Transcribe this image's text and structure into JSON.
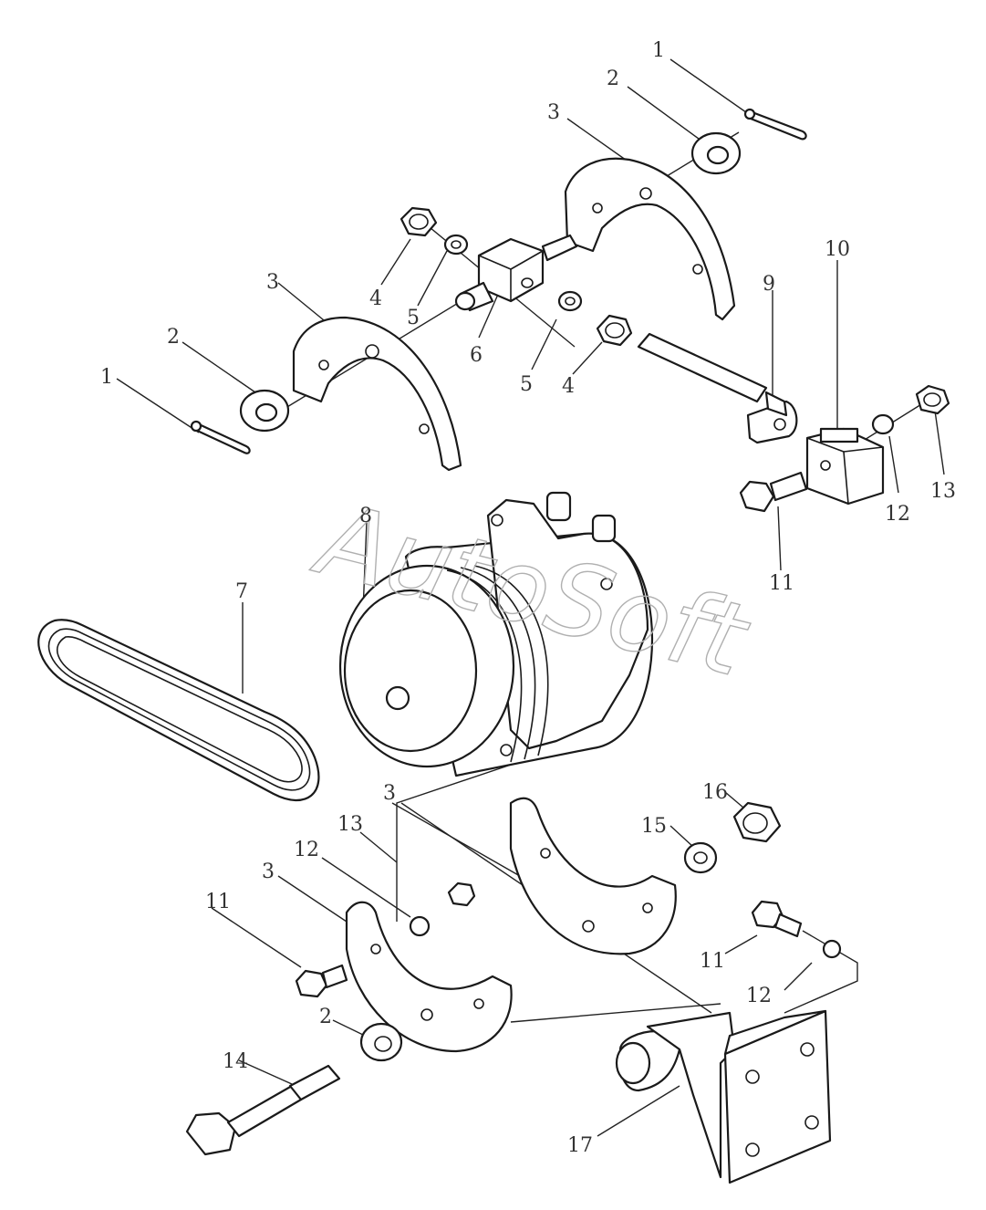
{
  "watermark": "AutoSoft",
  "callouts": [
    {
      "id": "c1a",
      "text": "1"
    },
    {
      "id": "c2a",
      "text": "2"
    },
    {
      "id": "c3a",
      "text": "3"
    },
    {
      "id": "c1b",
      "text": "1"
    },
    {
      "id": "c2b",
      "text": "2"
    },
    {
      "id": "c3b",
      "text": "3"
    },
    {
      "id": "c4a",
      "text": "4"
    },
    {
      "id": "c5a",
      "text": "5"
    },
    {
      "id": "c6",
      "text": "6"
    },
    {
      "id": "c5b",
      "text": "5"
    },
    {
      "id": "c4b",
      "text": "4"
    },
    {
      "id": "c9",
      "text": "9"
    },
    {
      "id": "c10",
      "text": "10"
    },
    {
      "id": "c12a",
      "text": "12"
    },
    {
      "id": "c13a",
      "text": "13"
    },
    {
      "id": "c11a",
      "text": "11"
    },
    {
      "id": "c8",
      "text": "8"
    },
    {
      "id": "c7",
      "text": "7"
    },
    {
      "id": "c3c",
      "text": "3"
    },
    {
      "id": "c16",
      "text": "16"
    },
    {
      "id": "c15",
      "text": "15"
    },
    {
      "id": "c13b",
      "text": "13"
    },
    {
      "id": "c12b",
      "text": "12"
    },
    {
      "id": "c3d",
      "text": "3"
    },
    {
      "id": "c11b",
      "text": "11"
    },
    {
      "id": "c11c",
      "text": "11"
    },
    {
      "id": "c12c",
      "text": "12"
    },
    {
      "id": "c2c",
      "text": "2"
    },
    {
      "id": "c14",
      "text": "14"
    },
    {
      "id": "c17",
      "text": "17"
    }
  ]
}
